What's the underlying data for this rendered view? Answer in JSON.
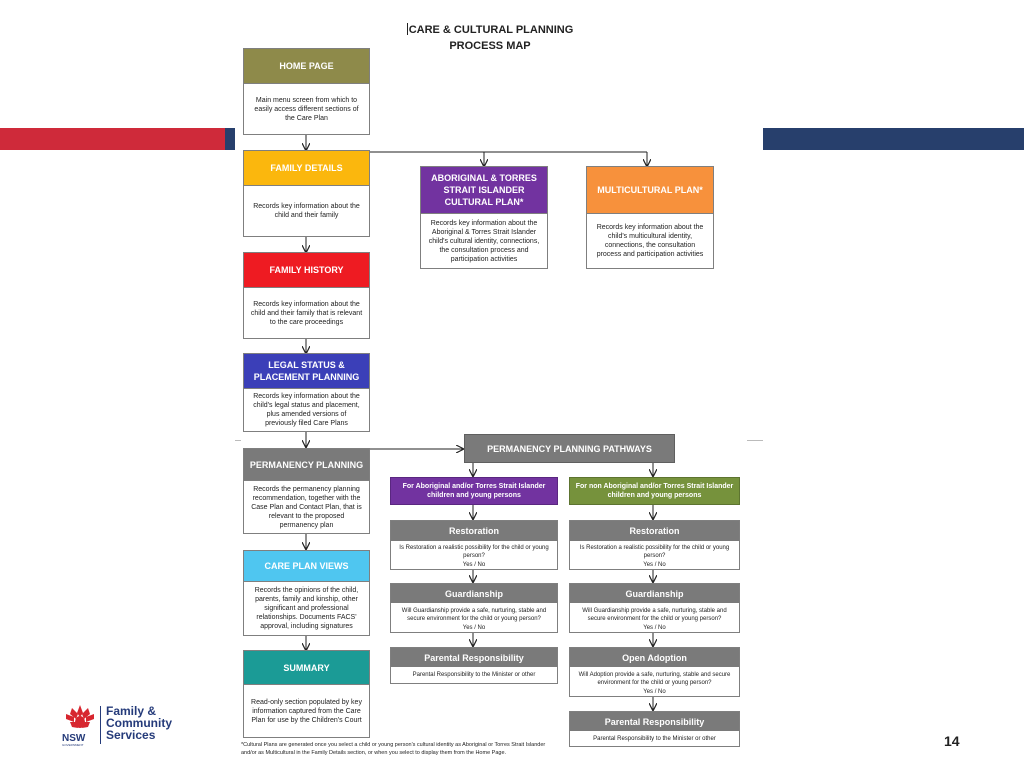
{
  "title": {
    "line1": "CARE & CULTURAL PLANNING",
    "line2": "PROCESS MAP"
  },
  "colors": {
    "home": "#8e8a4a",
    "family_details": "#fbb70d",
    "family_history": "#ee1b22",
    "legal": "#3b3fb8",
    "permanency": "#7a7a7a",
    "care_views": "#4fc6f0",
    "summary": "#1b9b96",
    "aboriginal": "#7233a0",
    "multicultural": "#f7913c",
    "green": "#76923c",
    "grey": "#7a7a7a",
    "red_stripe": "#cf2a3a",
    "navy_stripe": "#273f6c"
  },
  "left_column": {
    "home": {
      "title": "HOME PAGE",
      "desc": "Main menu screen from which to easily access different sections of the Care Plan"
    },
    "family_details": {
      "title": "FAMILY DETAILS",
      "desc": "Records key information about the child and their family"
    },
    "family_history": {
      "title": "FAMILY HISTORY",
      "desc": "Records key information about the child and their family that is relevant to the care proceedings"
    },
    "legal": {
      "title": "LEGAL STATUS & PLACEMENT PLANNING",
      "desc": "Records key information about the child's legal status and placement, plus amended versions of previously filed Care Plans"
    },
    "permanency": {
      "title": "PERMANENCY PLANNING",
      "desc": "Records the permanency planning recommendation, together with the Case Plan and Contact Plan, that is relevant to the proposed permanency plan"
    },
    "care_views": {
      "title": "CARE PLAN VIEWS",
      "desc": "Records the opinions of the child, parents, family and kinship, other significant and professional relationships. Documents FACS' approval, including signatures"
    },
    "summary": {
      "title": "SUMMARY",
      "desc": "Read-only section populated by key information captured from the Care Plan for use by the Children's Court"
    }
  },
  "aboriginal_plan": {
    "title": "ABORIGINAL & TORRES STRAIT ISLANDER CULTURAL PLAN*",
    "desc": "Records key information about the Aboriginal & Torres Strait Islander child's cultural identity, connections, the consultation process and participation activities"
  },
  "multicultural_plan": {
    "title": "MULTICULTURAL PLAN*",
    "desc": "Records key information about the child's multicultural identity, connections, the consultation process and participation activities"
  },
  "pathways": {
    "title": "PERMANENCY PLANNING PATHWAYS",
    "left": {
      "title": "For Aboriginal and/or Torres Strait Islander children and young persons",
      "restoration": {
        "title": "Restoration",
        "question": "Is Restoration a realistic possibility for the child or young person?",
        "answer": "Yes / No"
      },
      "guardianship": {
        "title": "Guardianship",
        "question": "Will Guardianship provide a safe, nurturing, stable and secure environment for the child or young person?",
        "answer": "Yes / No"
      },
      "parental": {
        "title": "Parental Responsibility",
        "desc": "Parental Responsibility to the Minister or other"
      }
    },
    "right": {
      "title": "For non Aboriginal and/or Torres Strait Islander children and young persons",
      "restoration": {
        "title": "Restoration",
        "question": "Is Restoration a realistic possibility for the child or young person?",
        "answer": "Yes / No"
      },
      "guardianship": {
        "title": "Guardianship",
        "question": "Will Guardianship provide a safe, nurturing, stable and secure environment for the child or young person?",
        "answer": "Yes / No"
      },
      "adoption": {
        "title": "Open Adoption",
        "question": "Will Adoption provide a safe, nurturing, stable and secure environment for the child or young person?",
        "answer": "Yes / No"
      },
      "parental": {
        "title": "Parental Responsibility",
        "desc": "Parental Responsibility to the Minister or other"
      }
    }
  },
  "footnote": "*Cultural Plans are generated once you select a child or young person's cultural identity as Aboriginal or Torres Strait Islander and/or as Multicultural in the Family Details section, or when you select to display them from the Home Page.",
  "page_number": "14",
  "logo": {
    "nsw": "NSW",
    "government": "GOVERNMENT",
    "brand_line1": "Family &",
    "brand_line2": "Community",
    "brand_line3": "Services"
  }
}
